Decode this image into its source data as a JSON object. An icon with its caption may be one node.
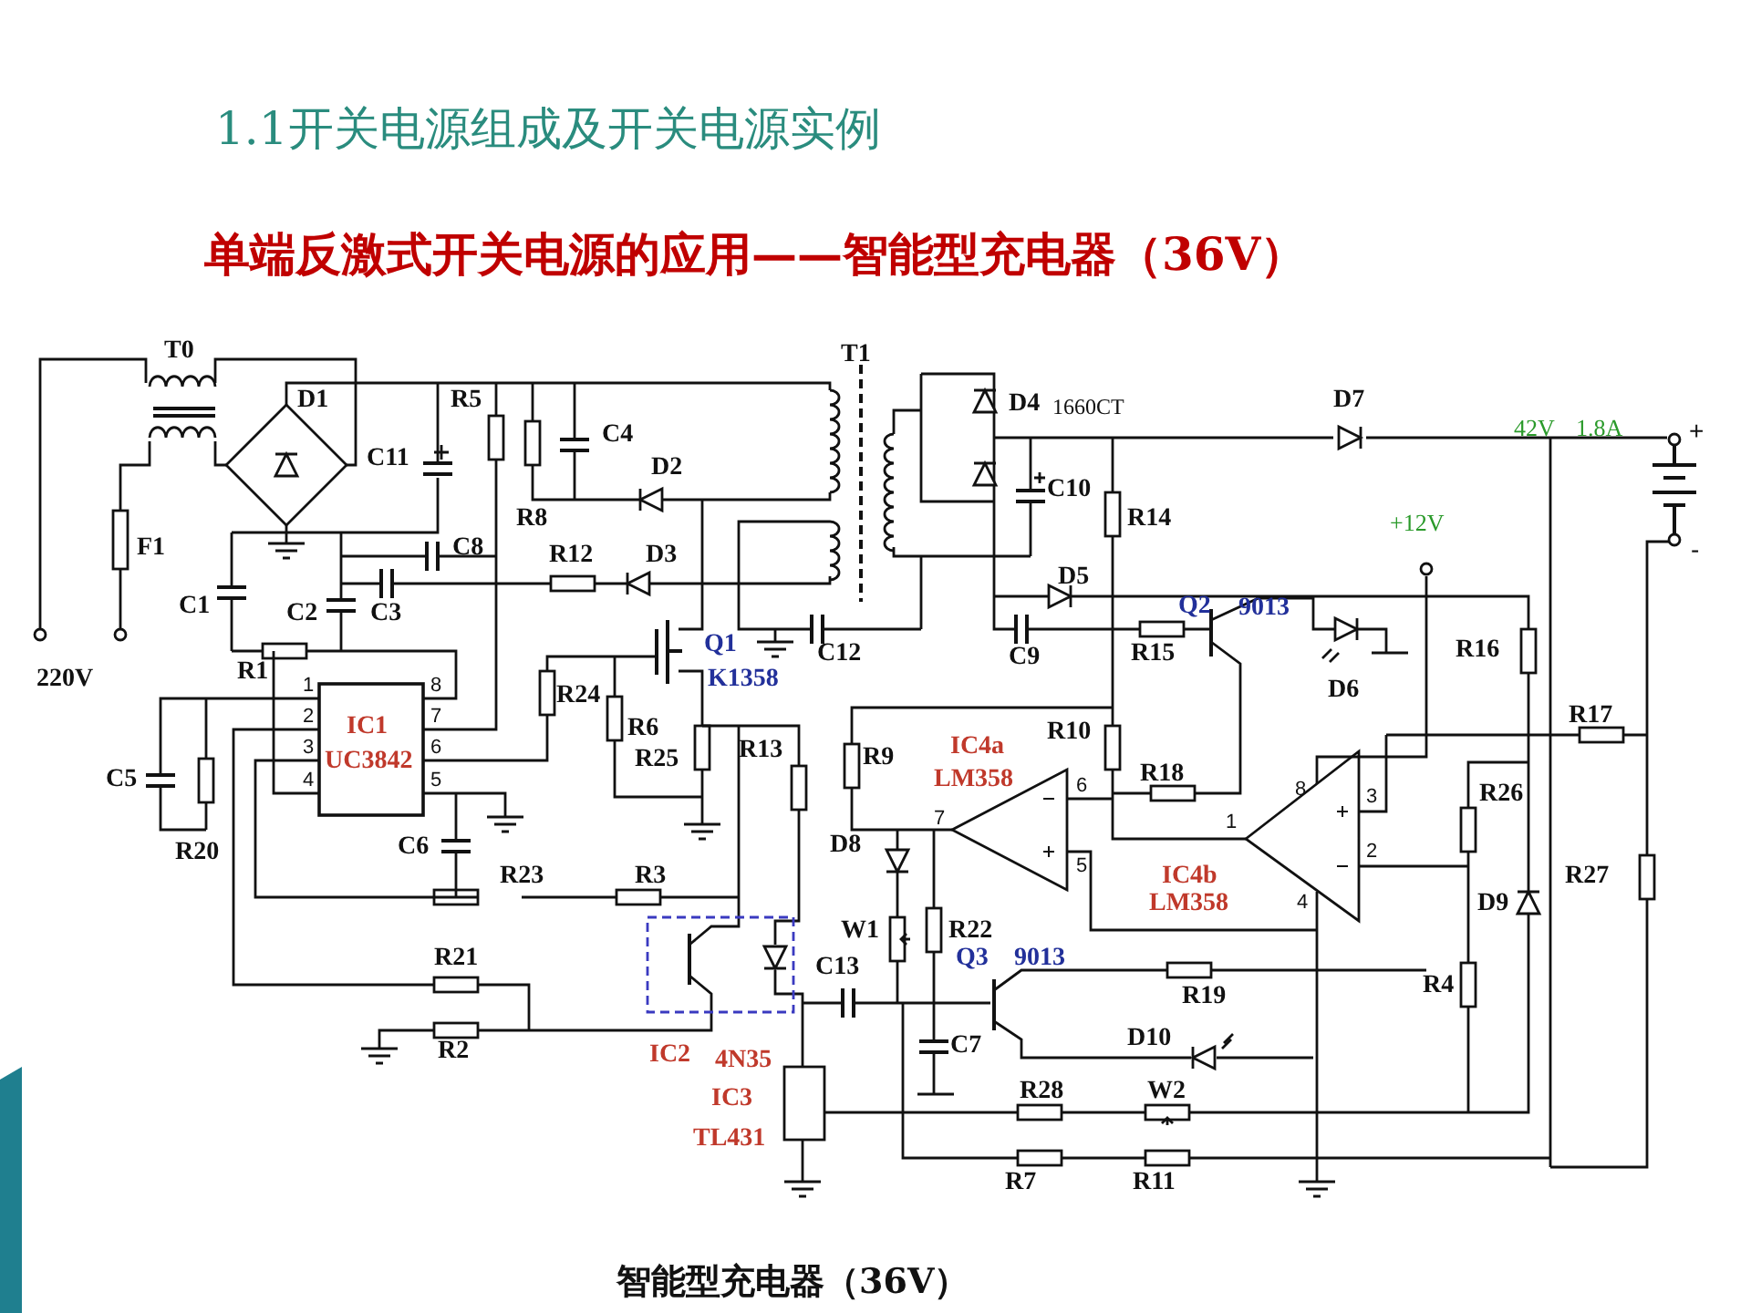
{
  "diagram": {
    "title": "1.1开关电源组成及开关电源实例",
    "caption": "智能型充电器（36V）",
    "labels": [
      "单端反激式开关电源的应用——智能型充电器（36V）",
      "T0",
      "T1",
      "D1",
      "R5",
      "D4",
      "1660CT",
      "D7",
      "C4",
      "42V",
      "1.8A",
      "+",
      "C11",
      "D2",
      "C10",
      "R8",
      "R14",
      "+12V",
      "F1",
      "C8",
      "R12",
      "D3",
      "-",
      "D5",
      "C1",
      "C2",
      "C3",
      "Q2",
      "9013",
      "Q1",
      "C12",
      "C9",
      "R15",
      "R16",
      "220V",
      "R1",
      "1",
      "8",
      "R24",
      "K1358",
      "D6",
      "2",
      "IC1",
      "7",
      "R6",
      "R10",
      "R17",
      "3",
      "UC3842",
      "6",
      "R25",
      "R13",
      "R9",
      "IC4a",
      "C5",
      "4",
      "5",
      "LM358",
      "R18",
      "6",
      "8",
      "3",
      "R26",
      "7",
      "1",
      "R20",
      "C6",
      "D8",
      "2",
      "R23",
      "R3",
      "5",
      "IC4b",
      "R27",
      "LM358",
      "4",
      "D9",
      "W1",
      "R22",
      "R21",
      "C13",
      "Q3",
      "9013",
      "R19",
      "R4",
      "R2",
      "IC2",
      "4N35",
      "C7",
      "D10",
      "IC3",
      "R28",
      "W2",
      "TL431",
      "R7",
      "R11"
    ]
  }
}
